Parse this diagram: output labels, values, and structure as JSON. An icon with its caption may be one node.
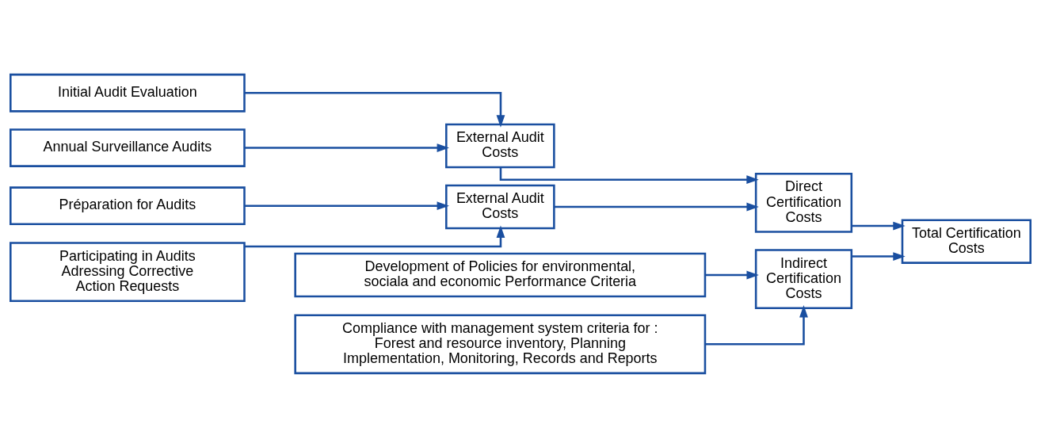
{
  "diagram": {
    "nodes": [
      {
        "text": [
          "Initial Audit Evaluation"
        ]
      },
      {
        "text": [
          "Annual Surveillance Audits"
        ]
      },
      {
        "text": [
          "External Audit Costs"
        ]
      },
      {
        "text": [
          "Préparation for Audits"
        ]
      },
      {
        "text": [
          "Participating in Audits Adressing Corrective Action Requests"
        ]
      },
      {
        "text": [
          "External Audit Costs"
        ]
      },
      {
        "text": [
          "Direct Certification Costs"
        ]
      },
      {
        "text": [
          "Development of Policies for environmental, sociala and economic Performance Criteria"
        ]
      },
      {
        "text": [
          "Compliance with management system criteria for : Forest and resource inventory, Planning Implementation, Monitoring, Records and Reports"
        ]
      },
      {
        "text": [
          "Indirect Certification Costs"
        ]
      },
      {
        "text": [
          "Total Certification Costs"
        ]
      }
    ],
    "edges": [
      {
        "from": 0,
        "to": 2,
        "arrow": "to"
      },
      {
        "from": 1,
        "to": 2,
        "arrow": "to"
      },
      {
        "from": 3,
        "to": 5,
        "arrow": "to"
      },
      {
        "from": 4,
        "to": 5,
        "arrow": "to"
      },
      {
        "from": 2,
        "to": 6,
        "arrow": "to"
      },
      {
        "from": 5,
        "to": 6,
        "arrow": "to"
      },
      {
        "from": 7,
        "to": 9,
        "arrow": "to"
      },
      {
        "from": 8,
        "to": 9,
        "arrow": "to"
      },
      {
        "from": 6,
        "to": 10,
        "arrow": "to"
      },
      {
        "from": 9,
        "to": 10,
        "arrow": "to"
      }
    ]
  }
}
